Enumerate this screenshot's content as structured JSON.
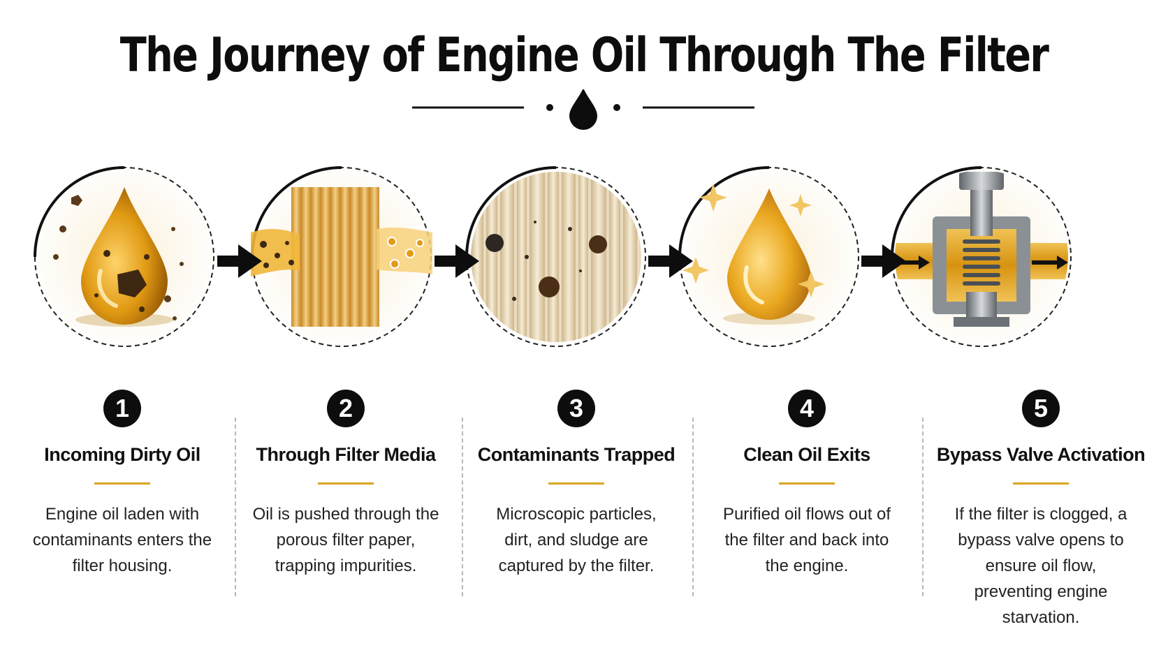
{
  "title": "The Journey of Engine Oil Through The Filter",
  "colors": {
    "accent": "#d9a521",
    "oil": "#e3a418",
    "dark": "#0d0d0d"
  },
  "steps": [
    {
      "number": "1",
      "title": "Incoming Dirty Oil",
      "description": "Engine oil laden with contaminants enters the filter housing.",
      "icon": "dirty-oil-drop-icon"
    },
    {
      "number": "2",
      "title": "Through Filter Media",
      "description": "Oil is pushed through the porous filter paper, trapping impurities.",
      "icon": "pleated-filter-media-icon"
    },
    {
      "number": "3",
      "title": "Contaminants Trapped",
      "description": "Microscopic particles, dirt, and sludge are captured by the filter.",
      "icon": "trapped-particles-fibers-icon"
    },
    {
      "number": "4",
      "title": "Clean Oil Exits",
      "description": "Purified oil flows out of the filter and back into the engine.",
      "icon": "clean-oil-drop-icon"
    },
    {
      "number": "5",
      "title": "Bypass Valve Activation",
      "description": "If the filter is clogged, a bypass valve opens to ensure oil flow, preventing engine starvation.",
      "icon": "bypass-valve-icon"
    }
  ]
}
